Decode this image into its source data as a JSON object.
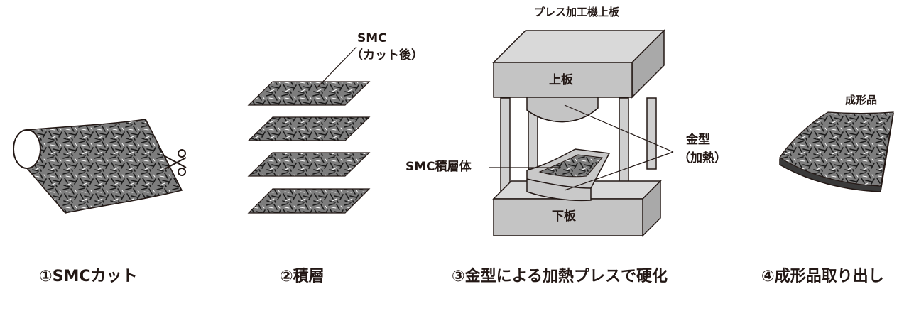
{
  "labels": {
    "smc_cut": "SMC",
    "smc_cut_note": "（カット後）",
    "press_upper_plate": "プレス加工機上板",
    "upper_plate": "上板",
    "lower_plate": "下板",
    "mold": "金型",
    "mold_note": "（加熱）",
    "smc_laminate": "SMC積層体",
    "molded_part": "成形品"
  },
  "steps": [
    "①SMCカット",
    "②積層",
    "③金型による加熱プレスで硬化",
    "④成形品取り出し"
  ]
}
